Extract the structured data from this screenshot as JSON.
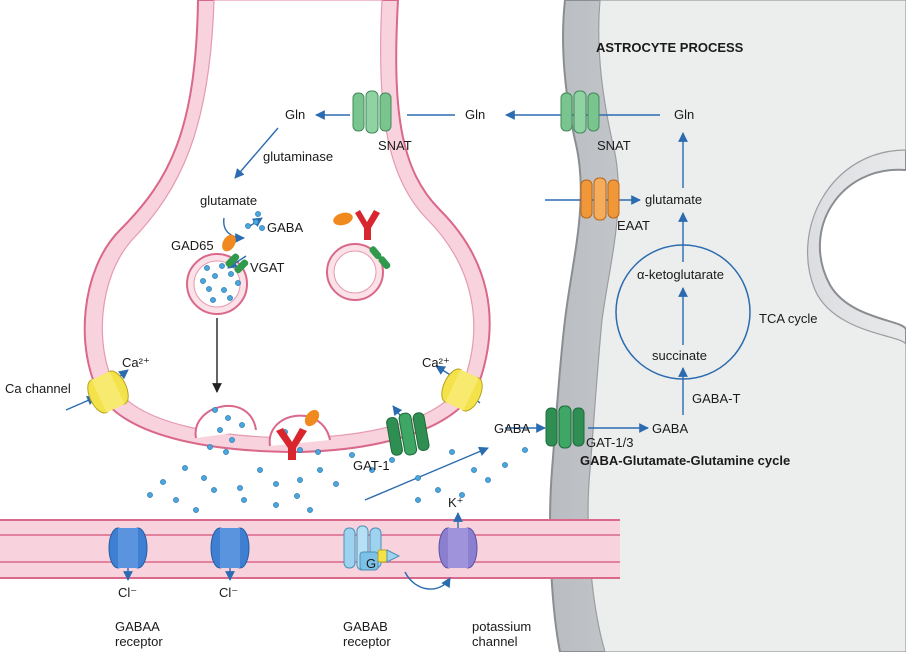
{
  "astrocyte": {
    "title": "ASTROCYTE PROCESS",
    "gln": "Gln",
    "snat": "SNAT",
    "glutamate": "glutamate",
    "eaat": "EAAT",
    "akg": "α-ketoglutarate",
    "tca": "TCA cycle",
    "succinate": "succinate",
    "gaba_t": "GABA-T",
    "gaba": "GABA",
    "gat13": "GAT-1/3",
    "cycle_name": "GABA-Glutamate-Glutamine cycle"
  },
  "presynaptic": {
    "gln": "Gln",
    "snat": "SNAT",
    "gln_mid": "Gln",
    "glutaminase": "glutaminase",
    "glutamate": "glutamate",
    "gaba": "GABA",
    "gad65": "GAD65",
    "vgat": "VGAT",
    "ca_channel": "Ca channel",
    "ca_left": "Ca²⁺",
    "ca_right": "Ca²⁺",
    "gat1": "GAT-1"
  },
  "cleft": {
    "gaba": "GABA"
  },
  "postsynaptic": {
    "cl_1": "Cl⁻",
    "cl_2": "Cl⁻",
    "k": "K⁺",
    "g_protein": "G",
    "gaba_a_line1": "GABAA",
    "gaba_a_line2": "receptor",
    "gaba_b_line1": "GABAB",
    "gaba_b_line2": "receptor",
    "potassium_line1": "potassium",
    "potassium_line2": "channel"
  },
  "colors": {
    "neuron_fill": "#f8d2dc",
    "neuron_edge": "#d9688a",
    "astro_fill": "#e6e7e9",
    "astro_edge": "#8a8d91",
    "arrow": "#2b6cb0",
    "snat": "#79c48f",
    "gat": "#2f8f52",
    "eaat": "#f0973a",
    "ca": "#f4e24b",
    "gaba_a": "#3f7fd1",
    "gaba_b": "#9ed3ef",
    "potassium": "#8b7fd0",
    "gad65": "#f08a1f",
    "vgat": "#2f9a4c",
    "receptor_red": "#d8262e"
  }
}
